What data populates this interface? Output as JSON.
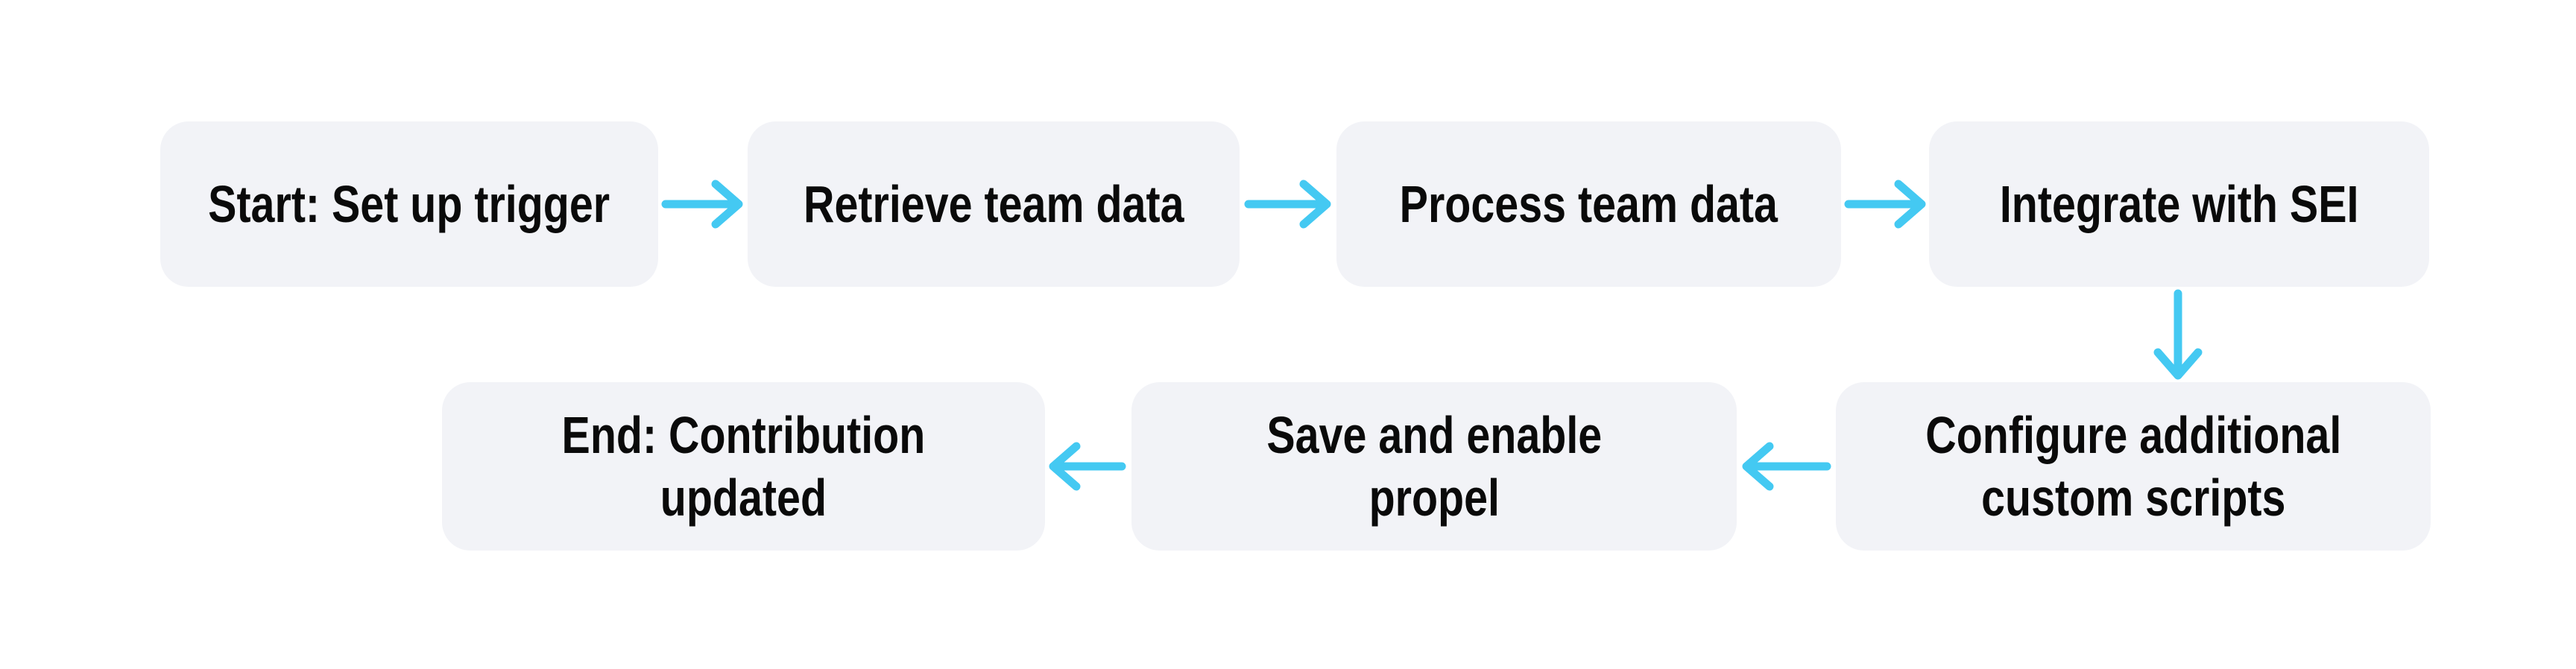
{
  "diagram": {
    "type": "flowchart",
    "nodes": [
      {
        "id": "start",
        "label": "Start: Set up trigger"
      },
      {
        "id": "retrieve-team-data",
        "label": "Retrieve team data"
      },
      {
        "id": "process-team-data",
        "label": "Process team data"
      },
      {
        "id": "integrate-with-sei",
        "label": "Integrate with SEI"
      },
      {
        "id": "configure-custom-scripts",
        "label": "Configure additional\ncustom scripts"
      },
      {
        "id": "save-and-enable-propel",
        "label": "Save and enable\npropel"
      },
      {
        "id": "end",
        "label": "End: Contribution\nupdated"
      }
    ],
    "edges": [
      {
        "from": "start",
        "to": "retrieve-team-data",
        "direction": "right"
      },
      {
        "from": "retrieve-team-data",
        "to": "process-team-data",
        "direction": "right"
      },
      {
        "from": "process-team-data",
        "to": "integrate-with-sei",
        "direction": "right"
      },
      {
        "from": "integrate-with-sei",
        "to": "configure-custom-scripts",
        "direction": "down"
      },
      {
        "from": "configure-custom-scripts",
        "to": "save-and-enable-propel",
        "direction": "left"
      },
      {
        "from": "save-and-enable-propel",
        "to": "end",
        "direction": "left"
      }
    ],
    "colors": {
      "background": "#FFFFFF",
      "node_fill": "#F2F3F7",
      "node_text": "#0A0A0A",
      "arrow": "#44C9F2"
    }
  }
}
